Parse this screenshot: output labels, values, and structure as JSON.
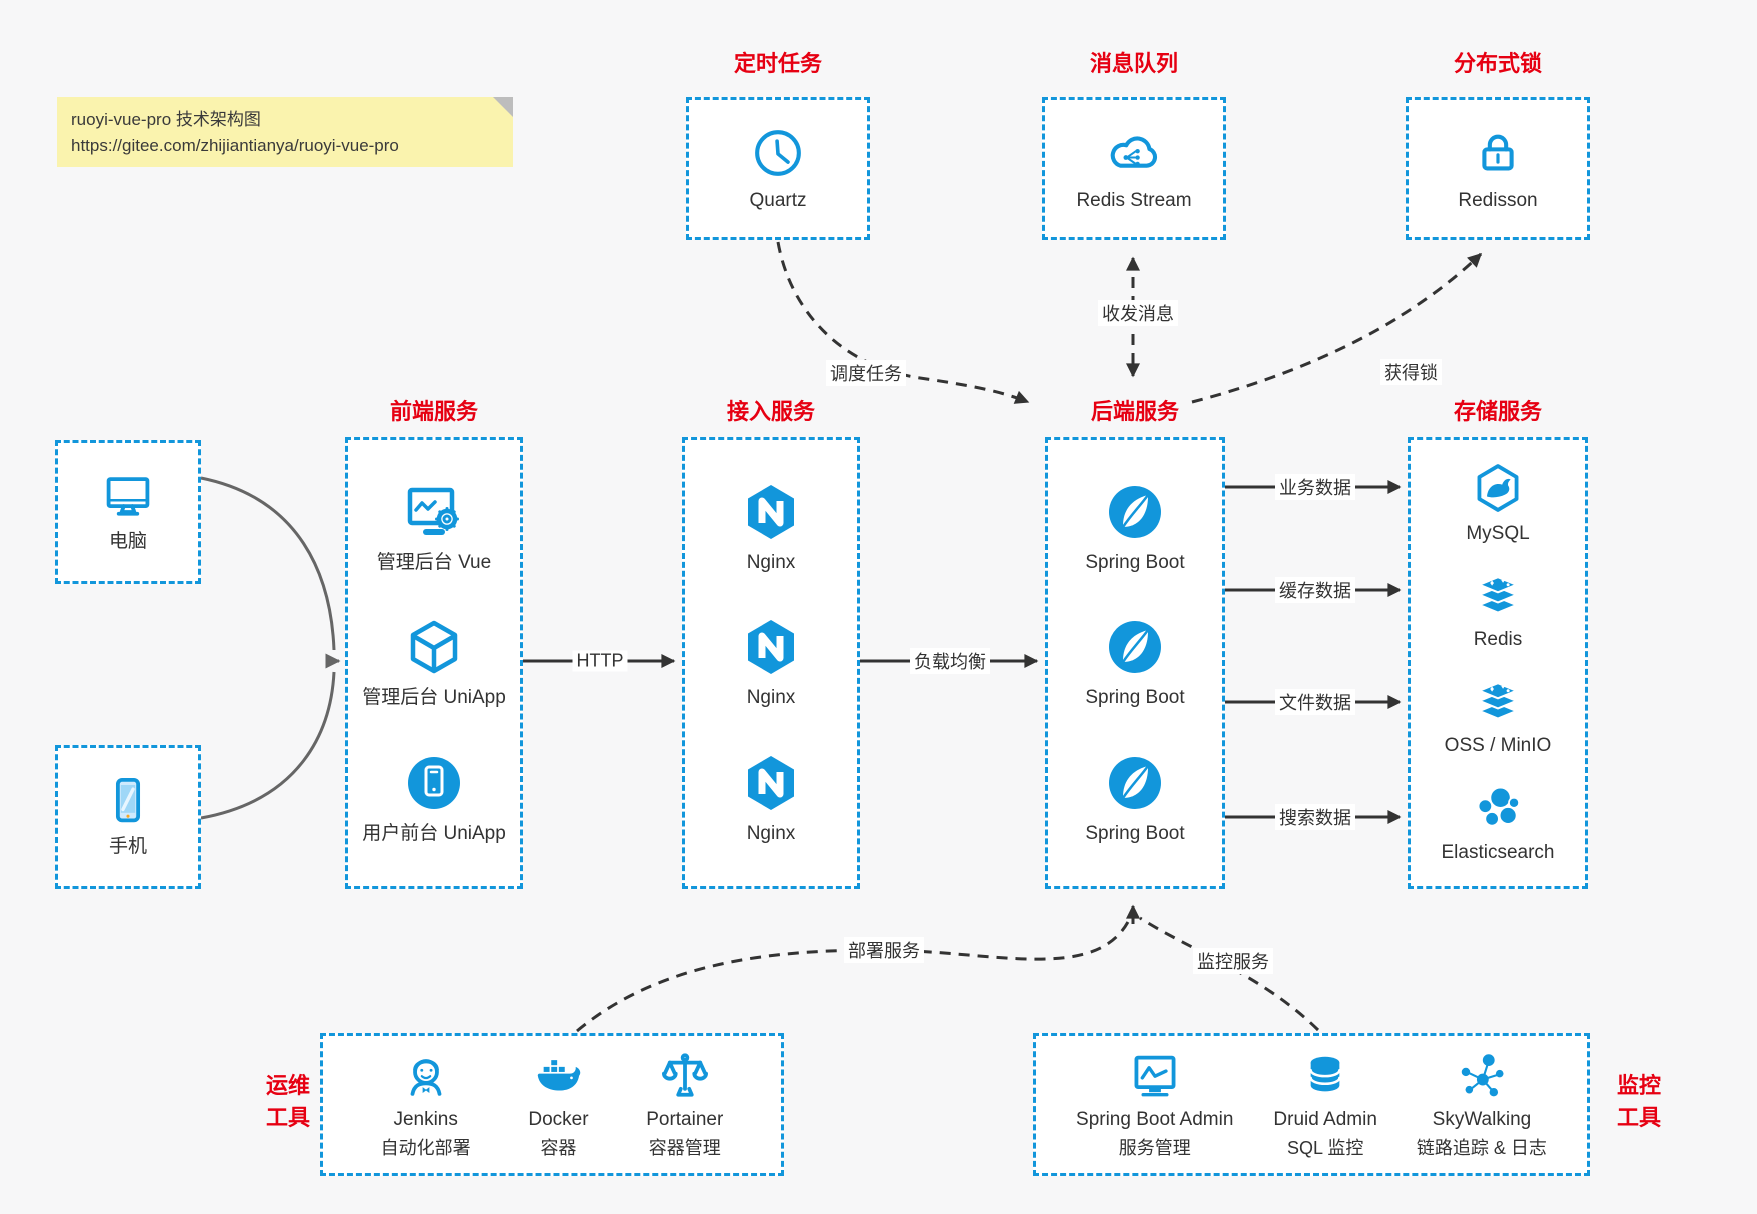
{
  "note": {
    "line1": "ruoyi-vue-pro 技术架构图",
    "line2": "https://gitee.com/zhijiantianya/ruoyi-vue-pro"
  },
  "colors": {
    "accent_blue": "#1296db",
    "title_red": "#e60012",
    "arrow_dark": "#333333",
    "client_arrow_gray": "#666666",
    "note_bg": "#faf3ae",
    "page_bg": "#f7f7f8",
    "box_bg": "#ffffff"
  },
  "groups": {
    "scheduled": {
      "title": "定时任务",
      "items": [
        {
          "label": "Quartz",
          "icon": "clock-icon"
        }
      ]
    },
    "mq": {
      "title": "消息队列",
      "items": [
        {
          "label": "Redis Stream",
          "icon": "cloud-network-icon"
        }
      ]
    },
    "lock": {
      "title": "分布式锁",
      "items": [
        {
          "label": "Redisson",
          "icon": "lock-icon"
        }
      ]
    },
    "clients": {
      "items": [
        {
          "label": "电脑",
          "icon": "desktop-icon"
        },
        {
          "label": "手机",
          "icon": "phone-icon"
        }
      ]
    },
    "frontend": {
      "title": "前端服务",
      "items": [
        {
          "label": "管理后台 Vue",
          "icon": "admin-web-gear-icon"
        },
        {
          "label": "管理后台 UniApp",
          "icon": "cube-icon"
        },
        {
          "label": "用户前台 UniApp",
          "icon": "mobile-app-circle-icon"
        }
      ]
    },
    "gateway": {
      "title": "接入服务",
      "items": [
        {
          "label": "Nginx",
          "icon": "nginx-icon"
        },
        {
          "label": "Nginx",
          "icon": "nginx-icon"
        },
        {
          "label": "Nginx",
          "icon": "nginx-icon"
        }
      ]
    },
    "backend": {
      "title": "后端服务",
      "items": [
        {
          "label": "Spring Boot",
          "icon": "spring-leaf-icon"
        },
        {
          "label": "Spring Boot",
          "icon": "spring-leaf-icon"
        },
        {
          "label": "Spring Boot",
          "icon": "spring-leaf-icon"
        }
      ]
    },
    "storage": {
      "title": "存储服务",
      "items": [
        {
          "label": "MySQL",
          "icon": "mysql-dolphin-icon"
        },
        {
          "label": "Redis",
          "icon": "redis-stack-icon"
        },
        {
          "label": "OSS / MinIO",
          "icon": "storage-stack-icon"
        },
        {
          "label": "Elasticsearch",
          "icon": "elasticsearch-cluster-icon"
        }
      ]
    },
    "devops": {
      "title_line1": "运维",
      "title_line2": "工具",
      "items": [
        {
          "label": "Jenkins",
          "sublabel": "自动化部署",
          "icon": "jenkins-butler-icon"
        },
        {
          "label": "Docker",
          "sublabel": "容器",
          "icon": "docker-whale-icon"
        },
        {
          "label": "Portainer",
          "sublabel": "容器管理",
          "icon": "scales-icon"
        }
      ]
    },
    "monitor": {
      "title_line1": "监控",
      "title_line2": "工具",
      "items": [
        {
          "label": "Spring Boot Admin",
          "sublabel": "服务管理",
          "icon": "monitor-pulse-icon"
        },
        {
          "label": "Druid Admin",
          "sublabel": "SQL 监控",
          "icon": "database-cylinder-icon"
        },
        {
          "label": "SkyWalking",
          "sublabel": "链路追踪 & 日志",
          "icon": "node-graph-icon"
        }
      ]
    }
  },
  "edges": {
    "http": "HTTP",
    "load_balance": "负载均衡",
    "biz_data": "业务数据",
    "cache_data": "缓存数据",
    "file_data": "文件数据",
    "search_data": "搜索数据",
    "schedule": "调度任务",
    "message": "收发消息",
    "acquire_lock": "获得锁",
    "deploy": "部署服务",
    "monitor": "监控服务"
  }
}
